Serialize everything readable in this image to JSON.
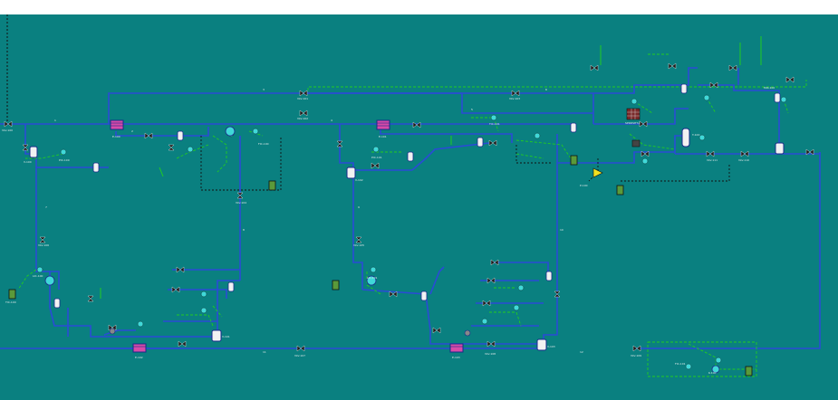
{
  "colors": {
    "canvas_bg": "#0a8080",
    "top_margin": "#ffffff",
    "process_line": "#2a4bd6",
    "signal_line": "#22cc22",
    "energy_line": "#111111",
    "label_text": "#dfe9e9",
    "valve_fill": "#1a1a1a",
    "vessel_fill": "#f2f2f2",
    "hx_fill": "#d84aa8",
    "controller_fill": "#40d8d8",
    "tank_fill": "#5a9a3a",
    "pump_fill": "#f0e020"
  },
  "labels": {
    "header_hx_1": "E-100",
    "header_hx_2": "E-101",
    "bottom_hx_1": "E-102",
    "bottom_hx_2": "E-103",
    "separator_1": "V-100",
    "separator_2": "V-101",
    "separator_3": "V-102",
    "separator_4": "V-103",
    "column": "T-100",
    "pump": "P-100",
    "mixer_right": "MIX-100",
    "compressor": "K-100",
    "vlv_a": "VLV-100",
    "vlv_b": "VLV-101",
    "vlv_c": "VLV-102",
    "vlv_d": "VLV-103",
    "vlv_e": "VLV-104",
    "vlv_f": "VLV-105",
    "vlv_g": "VLV-106",
    "vlv_h": "VLV-107",
    "vlv_i": "VLV-108",
    "vlv_j": "VLV-109",
    "vlv_k": "VLV-110",
    "vlv_l": "VLV-111",
    "ctrl_a": "PIC-100",
    "ctrl_b": "LIC-100",
    "ctrl_c": "TIC-100",
    "ctrl_d": "FIC-100",
    "ctrl_e": "PIC-101",
    "ctrl_f": "LIC-101",
    "ctrl_g": "TIC-101",
    "ctrl_h": "FIC-101",
    "spreadsheet_a": "SPRDSHT-1",
    "stream_a": "1",
    "stream_b": "2",
    "stream_c": "3",
    "stream_d": "4",
    "stream_e": "5",
    "stream_f": "6",
    "stream_g": "7",
    "stream_h": "8",
    "stream_i": "9",
    "stream_j": "10",
    "stream_k": "11",
    "stream_l": "12"
  }
}
